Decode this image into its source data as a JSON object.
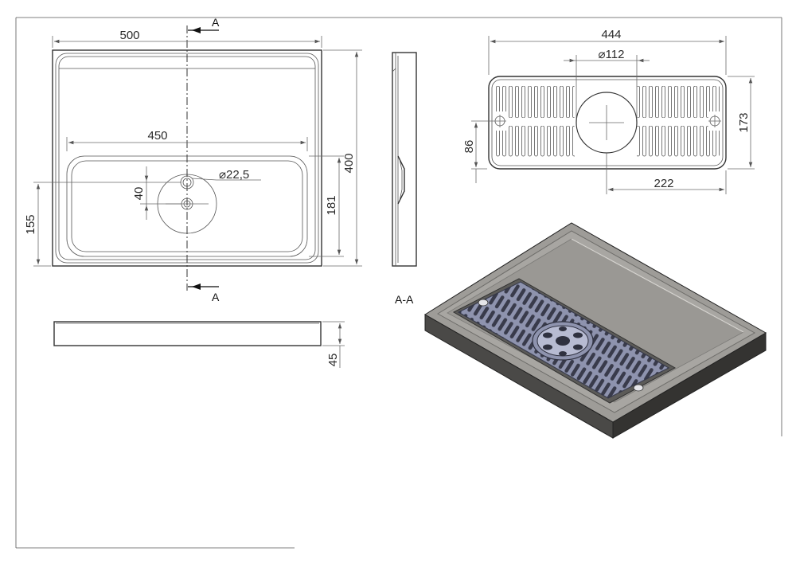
{
  "section": {
    "letter_top": "A",
    "letter_bottom": "A",
    "view_label": "A-A"
  },
  "top_view": {
    "width": "500",
    "inner_width": "450",
    "height": "400",
    "well_height": "181",
    "drain_offset": "155",
    "hole_spacing": "40",
    "hole_diameter": "⌀22,5"
  },
  "front_view": {
    "height": "45"
  },
  "grate_view": {
    "length": "444",
    "drain_diameter": "⌀112",
    "width": "173",
    "hole_height": "86",
    "half_length": "222"
  },
  "colors": {
    "tray_top": "#9e9c98",
    "tray_side": "#4a4947",
    "grate": "#8e93ae",
    "line": "#333333"
  }
}
